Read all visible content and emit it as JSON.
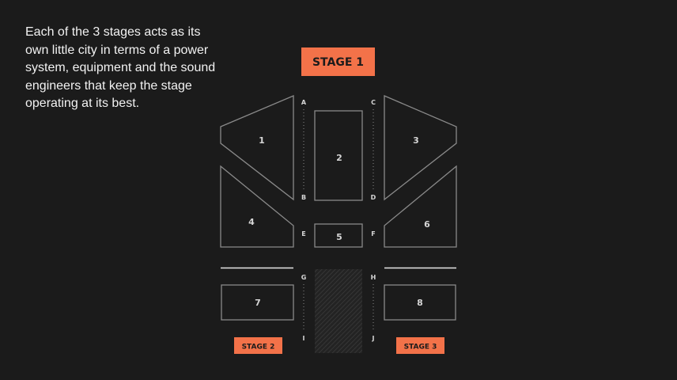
{
  "intro_text": "Each of the 3 stages acts as its own little city in terms of a power system, equipment and the sound engineers that keep the stage operating at its best.",
  "stages": {
    "stage1": "STAGE 1",
    "stage2": "STAGE 2",
    "stage3": "STAGE 3"
  },
  "sections": [
    "1",
    "2",
    "3",
    "4",
    "5",
    "6",
    "7",
    "8"
  ],
  "aisles": [
    "A",
    "B",
    "C",
    "D",
    "E",
    "F",
    "G",
    "H",
    "I",
    "J"
  ],
  "colors": {
    "background": "#1b1b1b",
    "accent": "#f37249",
    "outline": "#8a8a8a",
    "text": "#f2f2f2"
  }
}
